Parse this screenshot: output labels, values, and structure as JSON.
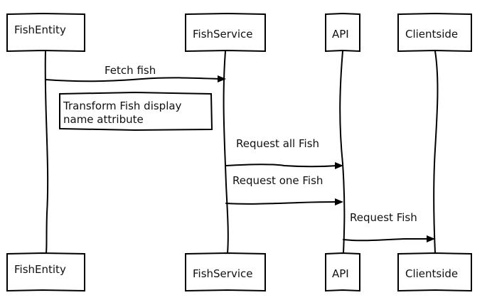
{
  "diagram": {
    "type": "sequence",
    "participants": [
      {
        "id": "fishentity",
        "label": "FishEntity"
      },
      {
        "id": "fishservice",
        "label": "FishService"
      },
      {
        "id": "api",
        "label": "API"
      },
      {
        "id": "clientside",
        "label": "Clientside"
      }
    ],
    "messages": [
      {
        "from": "fishentity",
        "to": "fishservice",
        "label": "Fetch fish"
      },
      {
        "from": "fishservice",
        "to": "api",
        "label": "Request all Fish"
      },
      {
        "from": "fishservice",
        "to": "api",
        "label": "Request one Fish"
      },
      {
        "from": "api",
        "to": "clientside",
        "label": "Request Fish"
      }
    ],
    "notes": [
      {
        "over": "fishentity",
        "lines": [
          "Transform Fish display",
          "name attribute"
        ]
      }
    ]
  }
}
